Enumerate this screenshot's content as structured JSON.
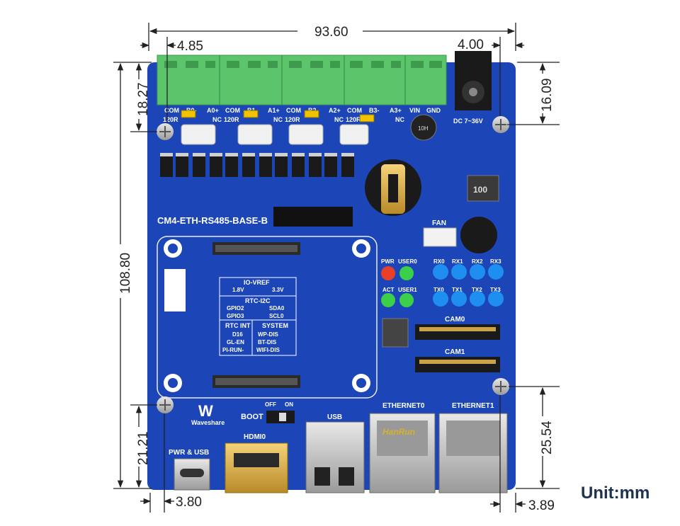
{
  "dimensions": {
    "total_width": "93.60",
    "top_left_offset": "4.85",
    "top_right_offset": "4.00",
    "left_top_hole": "18.27",
    "right_top_hole": "16.09",
    "total_height": "108.80",
    "left_bottom_hole": "21.21",
    "right_bottom_hole": "25.54",
    "bottom_left_offset": "3.80",
    "bottom_right_offset": "3.89",
    "unit_label": "Unit:mm"
  },
  "board": {
    "model": "CM4-ETH-RS485-BASE-B",
    "brand": "Waveshare",
    "terminals": [
      {
        "labels": [
          "COM",
          "B0-",
          "A0+"
        ],
        "sub": [
          "120R",
          "NC"
        ]
      },
      {
        "labels": [
          "COM",
          "B1-",
          "A1+"
        ],
        "sub": [
          "120R",
          "NC"
        ]
      },
      {
        "labels": [
          "COM",
          "B2-",
          "A2+"
        ],
        "sub": [
          "120R",
          "NC"
        ]
      },
      {
        "labels": [
          "COM",
          "B3-",
          "A3+"
        ],
        "sub": [
          "120R",
          "NC"
        ]
      }
    ],
    "power_labels": [
      "VIN",
      "GND"
    ],
    "dc_label": "DC 7~36V",
    "fan_label": "FAN",
    "io_vref": "IO-VREF",
    "io_vref_opts": [
      "1.8V",
      "3.3V"
    ],
    "rtc_i2c": "RTC-I2C",
    "rtc_i2c_rows": [
      [
        "GPIO2",
        "SDA0"
      ],
      [
        "GPIO3",
        "SCL0"
      ]
    ],
    "rtc_int": "RTC INT",
    "rtc_int_rows": [
      "D16",
      "GL-EN",
      "PI-RUN-"
    ],
    "system": "SYSTEM",
    "system_rows": [
      "WP-DIS",
      "BT-DIS",
      "WIFI-DIS"
    ],
    "leds_left": [
      [
        "PWR",
        "USER0"
      ],
      [
        "ACT",
        "USER1"
      ]
    ],
    "leds_rx": [
      "RX0",
      "RX1",
      "RX2",
      "RX3"
    ],
    "leds_tx": [
      "TX0",
      "TX1",
      "TX2",
      "TX3"
    ],
    "cam0": "CAM0",
    "cam1": "CAM1",
    "boot": "BOOT",
    "boot_off": "OFF",
    "boot_on": "ON",
    "usb": "USB",
    "eth0": "ETHERNET0",
    "eth1": "ETHERNET1",
    "hdmi": "HDMI0",
    "pwr_usb": "PWR & USB",
    "inductor": "100",
    "cap_label": "10H",
    "rj45_brand": "HanRun"
  },
  "colors": {
    "pcb": "#1c46b8",
    "pcb_dark": "#14359a",
    "terminal": "#5cc46a",
    "silk": "#ffffff",
    "dim_line": "#222222"
  }
}
